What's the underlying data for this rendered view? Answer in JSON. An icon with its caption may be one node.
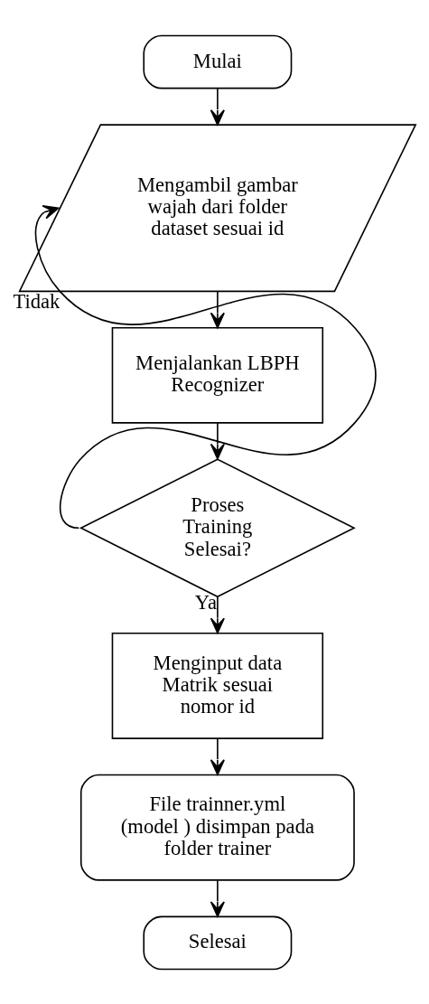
{
  "diagram": {
    "nodes": [
      {
        "text": [
          "Mulai"
        ]
      },
      {
        "text": [
          "Mengambil gambar wajah dari folder dataset sesuai id"
        ]
      },
      {
        "text": [
          "Menjalankan LBPH Recognizer"
        ]
      },
      {
        "text": [
          "Proses Training Selesai?"
        ]
      },
      {
        "text": [
          "Menginput data Matrik sesuai nomor id"
        ]
      },
      {
        "text": [
          "File trainner.yml (model ) disimpan pada folder trainer"
        ]
      },
      {
        "text": [
          "Selesai"
        ]
      }
    ],
    "edges": [
      {
        "from": 0,
        "to": 1,
        "arrow": "to"
      },
      {
        "from": 1,
        "to": 2,
        "arrow": "to"
      },
      {
        "from": 2,
        "to": 3,
        "arrow": "to"
      },
      {
        "from": 3,
        "to": 1,
        "arrow": "to",
        "label": "Tidak"
      },
      {
        "from": 3,
        "to": 4,
        "arrow": "to",
        "label": "Ya"
      },
      {
        "from": 4,
        "to": 5,
        "arrow": "to"
      },
      {
        "from": 5,
        "to": 6,
        "arrow": "to"
      }
    ]
  }
}
